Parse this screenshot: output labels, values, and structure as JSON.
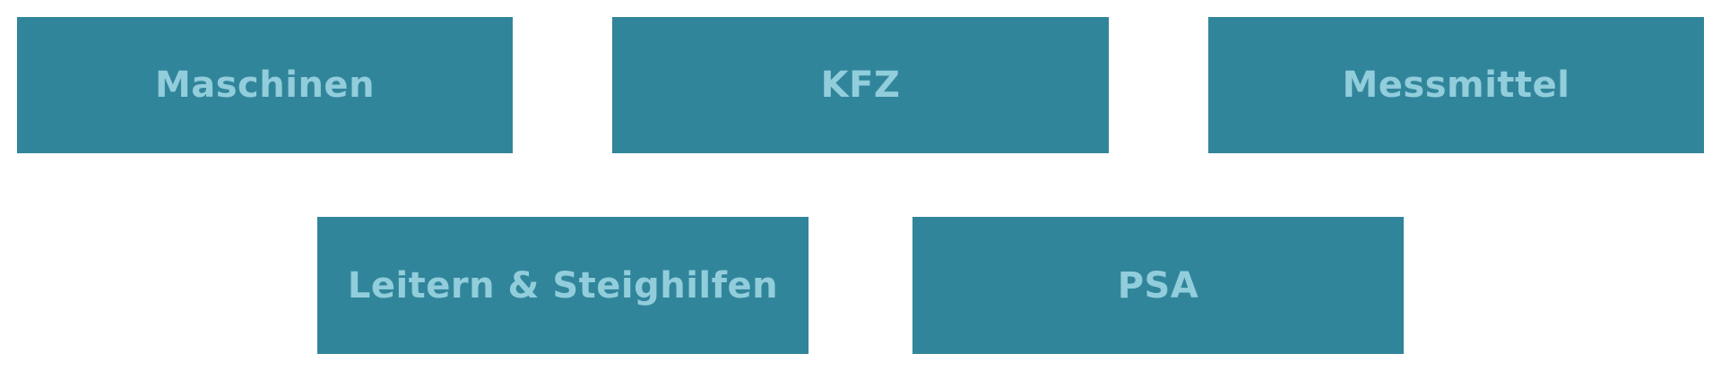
{
  "colors": {
    "tile_background": "#31859a",
    "tile_text": "#92cddc",
    "page_background": "#ffffff"
  },
  "tiles": [
    {
      "label": "Maschinen"
    },
    {
      "label": "KFZ"
    },
    {
      "label": "Messmittel"
    },
    {
      "label": "Leitern & Steighilfen"
    },
    {
      "label": "PSA"
    }
  ]
}
